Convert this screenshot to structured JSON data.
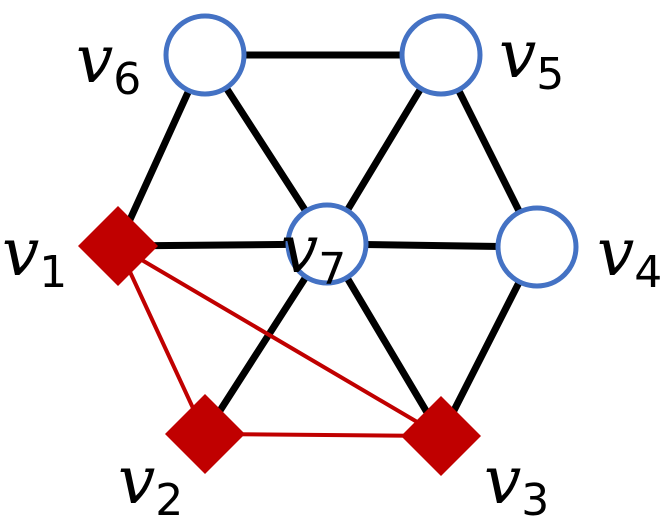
{
  "colors": {
    "background": "#ffffff",
    "edge_default": "#000000",
    "edge_highlight": "#c00000",
    "circle_stroke": "#4472c4",
    "circle_fill": "#ffffff",
    "diamond_fill": "#c00000",
    "label": "#000000"
  },
  "vertices": [
    {
      "id": "v1",
      "label_main": "v",
      "label_sub": "1",
      "shape": "diamond"
    },
    {
      "id": "v2",
      "label_main": "v",
      "label_sub": "2",
      "shape": "diamond"
    },
    {
      "id": "v3",
      "label_main": "v",
      "label_sub": "3",
      "shape": "diamond"
    },
    {
      "id": "v4",
      "label_main": "v",
      "label_sub": "4",
      "shape": "circle"
    },
    {
      "id": "v5",
      "label_main": "v",
      "label_sub": "5",
      "shape": "circle"
    },
    {
      "id": "v6",
      "label_main": "v",
      "label_sub": "6",
      "shape": "circle"
    },
    {
      "id": "v7",
      "label_main": "v",
      "label_sub": "7",
      "shape": "circle"
    }
  ],
  "edges": [
    {
      "from": "v6",
      "to": "v5",
      "style": "default"
    },
    {
      "from": "v5",
      "to": "v4",
      "style": "default"
    },
    {
      "from": "v4",
      "to": "v3",
      "style": "default"
    },
    {
      "from": "v1",
      "to": "v6",
      "style": "default"
    },
    {
      "from": "v2",
      "to": "v7",
      "style": "default"
    },
    {
      "from": "v3",
      "to": "v7",
      "style": "default"
    },
    {
      "from": "v4",
      "to": "v7",
      "style": "default"
    },
    {
      "from": "v5",
      "to": "v7",
      "style": "default"
    },
    {
      "from": "v6",
      "to": "v7",
      "style": "default"
    },
    {
      "from": "v1",
      "to": "v7",
      "style": "default"
    },
    {
      "from": "v1",
      "to": "v2",
      "style": "highlight"
    },
    {
      "from": "v2",
      "to": "v3",
      "style": "highlight"
    },
    {
      "from": "v1",
      "to": "v3",
      "style": "highlight"
    }
  ]
}
